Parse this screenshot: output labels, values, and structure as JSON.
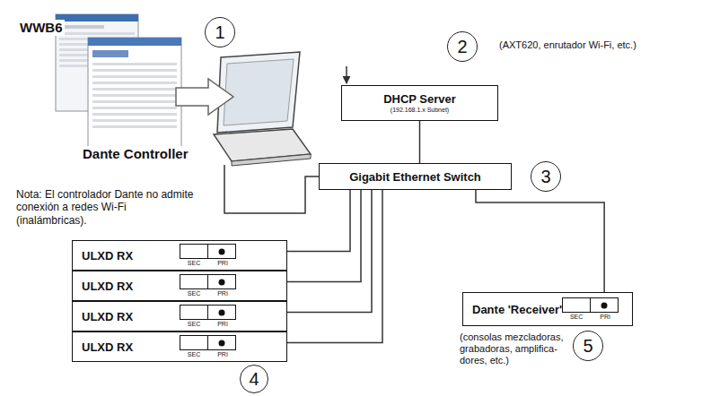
{
  "diagram": {
    "nodes": [
      {
        "text": [
          "DHCP Server",
          "(192.168.1.x Subnet)"
        ]
      },
      {
        "text": [
          "Gigabit Ethernet Switch"
        ]
      },
      {
        "text": [
          "ULXD RX",
          "SEC",
          "PRI"
        ]
      },
      {
        "text": [
          "ULXD RX",
          "SEC",
          "PRI"
        ]
      },
      {
        "text": [
          "ULXD RX",
          "SEC",
          "PRI"
        ]
      },
      {
        "text": [
          "ULXD RX",
          "SEC",
          "PRI"
        ]
      },
      {
        "text": [
          "Dante 'Receiver'",
          "SEC",
          "PRI"
        ]
      }
    ],
    "edges": [
      {
        "from": 0,
        "to": 1,
        "arrow": "none"
      },
      {
        "from": 1,
        "to": 2,
        "arrow": "none"
      },
      {
        "from": 1,
        "to": 3,
        "arrow": "none"
      },
      {
        "from": 1,
        "to": 4,
        "arrow": "none"
      },
      {
        "from": 1,
        "to": 5,
        "arrow": "none"
      },
      {
        "from": 1,
        "to": 6,
        "arrow": "none"
      }
    ],
    "labels": [
      "1",
      "WWB6",
      "Dante Controller",
      "Nota: El controlador Dante no admite conexión a redes Wi-Fi (inalámbricas).",
      "2",
      "(AXT620, enrutador Wi-Fi, etc.)",
      "3",
      "4",
      "5",
      "(consolas mezcladoras, grabadoras, amplifica- dores, etc.)"
    ]
  }
}
